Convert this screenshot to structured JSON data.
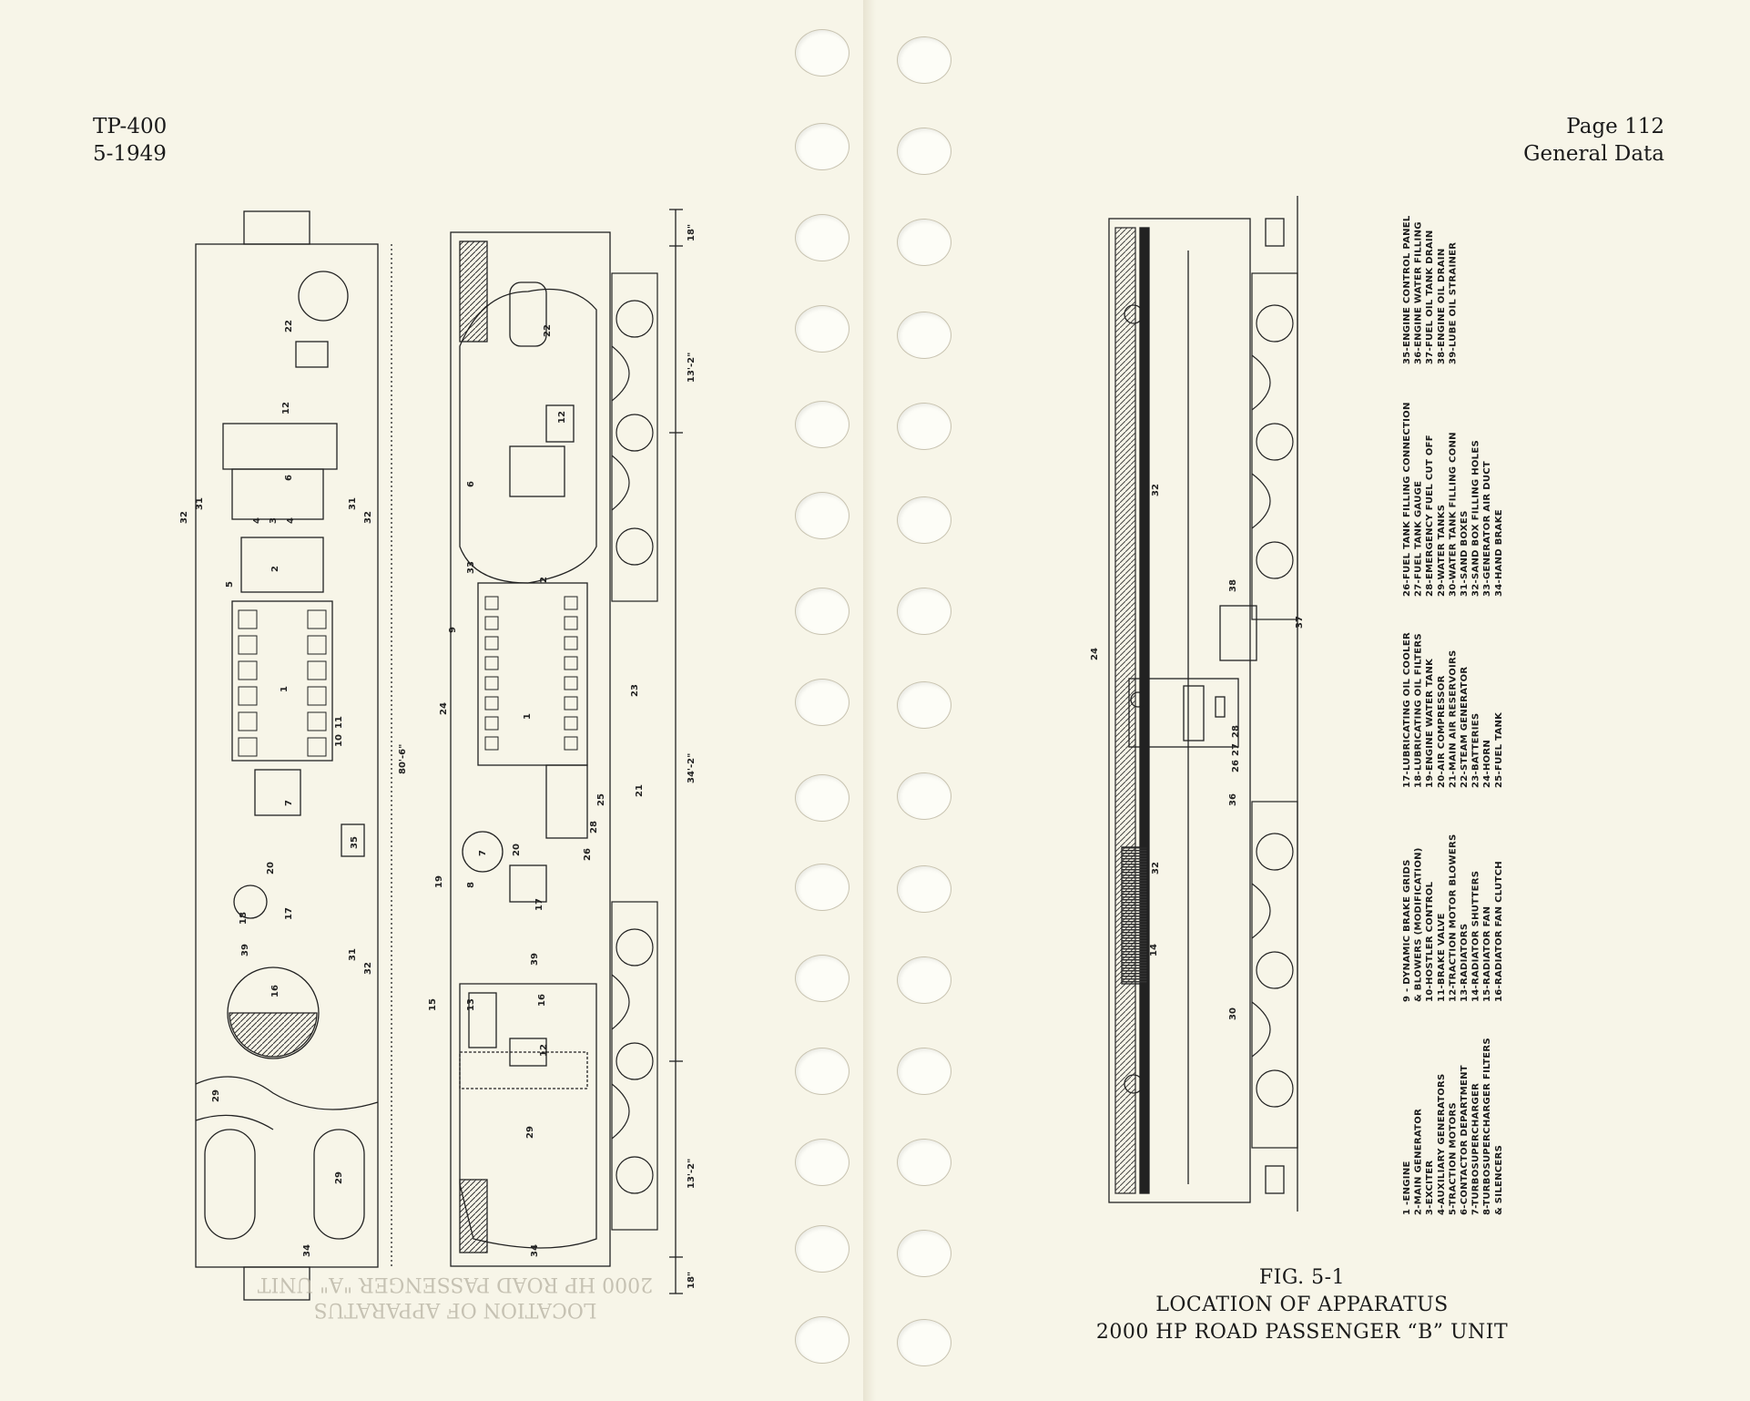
{
  "left_header": {
    "doc_no": "TP-400",
    "date": "5-1949"
  },
  "right_header": {
    "page": "Page 112",
    "section": "General Data"
  },
  "caption": {
    "fig": "FIG. 5-1",
    "title": "LOCATION OF APPARATUS",
    "subtitle": "2000 HP ROAD PASSENGER “B” UNIT"
  },
  "bleedthrough": {
    "line1": "LOCATION OF APPARATUS",
    "line2": "2000 HP ROAD PASSENGER \"A\" UNIT"
  },
  "dimensions": {
    "overall_length": "80'-6\"",
    "truck_centers": "34'-2\"",
    "wheelbase_front": "13'-2\"",
    "wheelbase_rear": "13'-2\"",
    "end_top": "18\"",
    "end_bottom": "18\""
  },
  "legend": {
    "col1": [
      "1 -ENGINE",
      "2-MAIN GENERATOR",
      "3-EXCITER",
      "4-AUXILIARY GENERATORS",
      "5-TRACTION MOTORS",
      "6-CONTACTOR DEPARTMENT",
      "7-TURBOSUPERCHARGER",
      "8-TURBOSUPERCHARGER FILTERS",
      "    & SILENCERS"
    ],
    "col2": [
      "9 - DYNAMIC BRAKE GRIDS",
      "    & BLOWERS (MODIFICATION)",
      "10-HOSTLER CONTROL",
      "11-BRAKE VALVE",
      "12-TRACTION MOTOR BLOWERS",
      "13-RADIATORS",
      "14-RADIATOR SHUTTERS",
      "15-RADIATOR FAN",
      "16-RADIATOR FAN CLUTCH"
    ],
    "col3": [
      "17-LUBRICATING OIL COOLER",
      "18-LUBRICATING OIL FILTERS",
      "19-ENGINE WATER TANK",
      "20-AIR COMPRESSOR",
      "21-MAIN AIR RESERVOIRS",
      "22-STEAM GENERATOR",
      "23-BATTERIES",
      "24-HORN",
      "25-FUEL TANK"
    ],
    "col4": [
      "26-FUEL TANK FILLING CONNECTION",
      "27-FUEL TANK GAUGE",
      "28-EMERGENCY FUEL CUT OFF",
      "29-WATER TANKS",
      "30-WATER TANK FILLING CONN",
      "31-SAND BOXES",
      "32-SAND BOX FILLING HOLES",
      "33-GENERATOR AIR DUCT",
      "34-HAND BRAKE"
    ],
    "col5": [
      "35-ENGINE CONTROL PANEL",
      "36-ENGINE WATER FILLING",
      "37-FUEL OIL TANK DRAIN",
      "38-ENGINE OIL DRAIN",
      "39-LUBE OIL STRAINER"
    ]
  },
  "callouts_plan": [
    "22",
    "12",
    "6",
    "4",
    "3",
    "4",
    "5",
    "2",
    "1",
    "10",
    "11",
    "7",
    "20",
    "35",
    "18",
    "17",
    "39",
    "16",
    "32",
    "31",
    "31",
    "32",
    "32",
    "31",
    "29",
    "29",
    "34"
  ],
  "callouts_side": [
    "22",
    "12",
    "6",
    "33",
    "2",
    "9",
    "1",
    "23",
    "24",
    "7",
    "25",
    "21",
    "28",
    "26",
    "19",
    "8",
    "20",
    "17",
    "39",
    "16",
    "15",
    "13",
    "12",
    "29",
    "34"
  ],
  "callouts_b_unit": [
    "32",
    "38",
    "37",
    "24",
    "26",
    "27",
    "28",
    "36",
    "32",
    "14",
    "30"
  ]
}
